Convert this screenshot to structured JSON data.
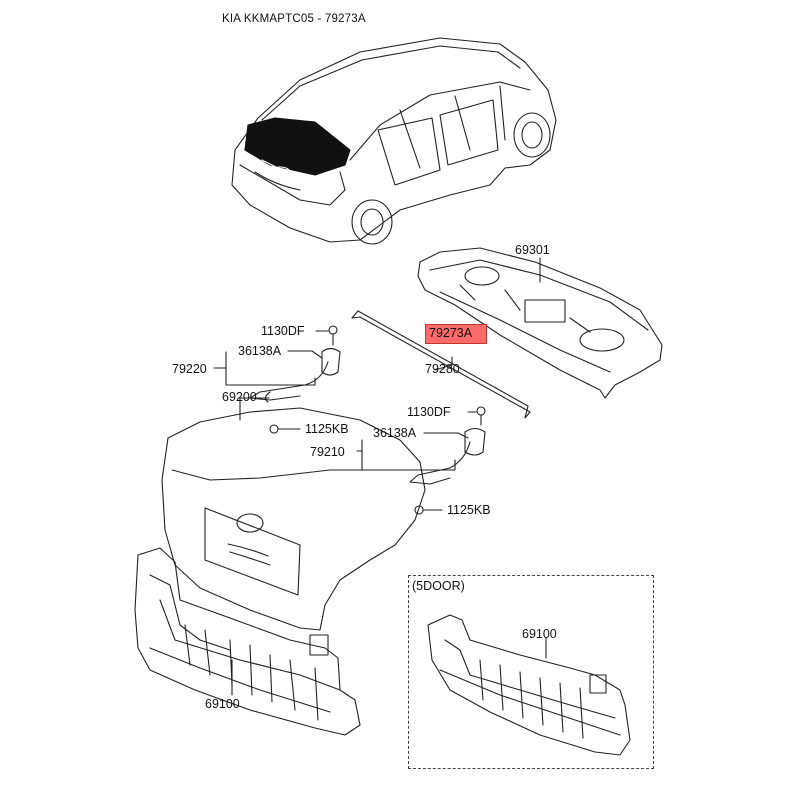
{
  "title": "KIA KKMAPTC05 - 79273A",
  "highlight": {
    "label": "79273A",
    "color": "#ff6b6b"
  },
  "inset": {
    "label": "(5DOOR)",
    "part": "69100"
  },
  "parts": {
    "p69301": "69301",
    "p79280": "79280",
    "p1130df_a": "1130DF",
    "p36138a_a": "36138A",
    "p79220": "79220",
    "p69200": "69200",
    "p1125kb_a": "1125KB",
    "p1130df_b": "1130DF",
    "p36138a_b": "36138A",
    "p79210": "79210",
    "p1125kb_b": "1125KB",
    "p69100": "69100"
  }
}
